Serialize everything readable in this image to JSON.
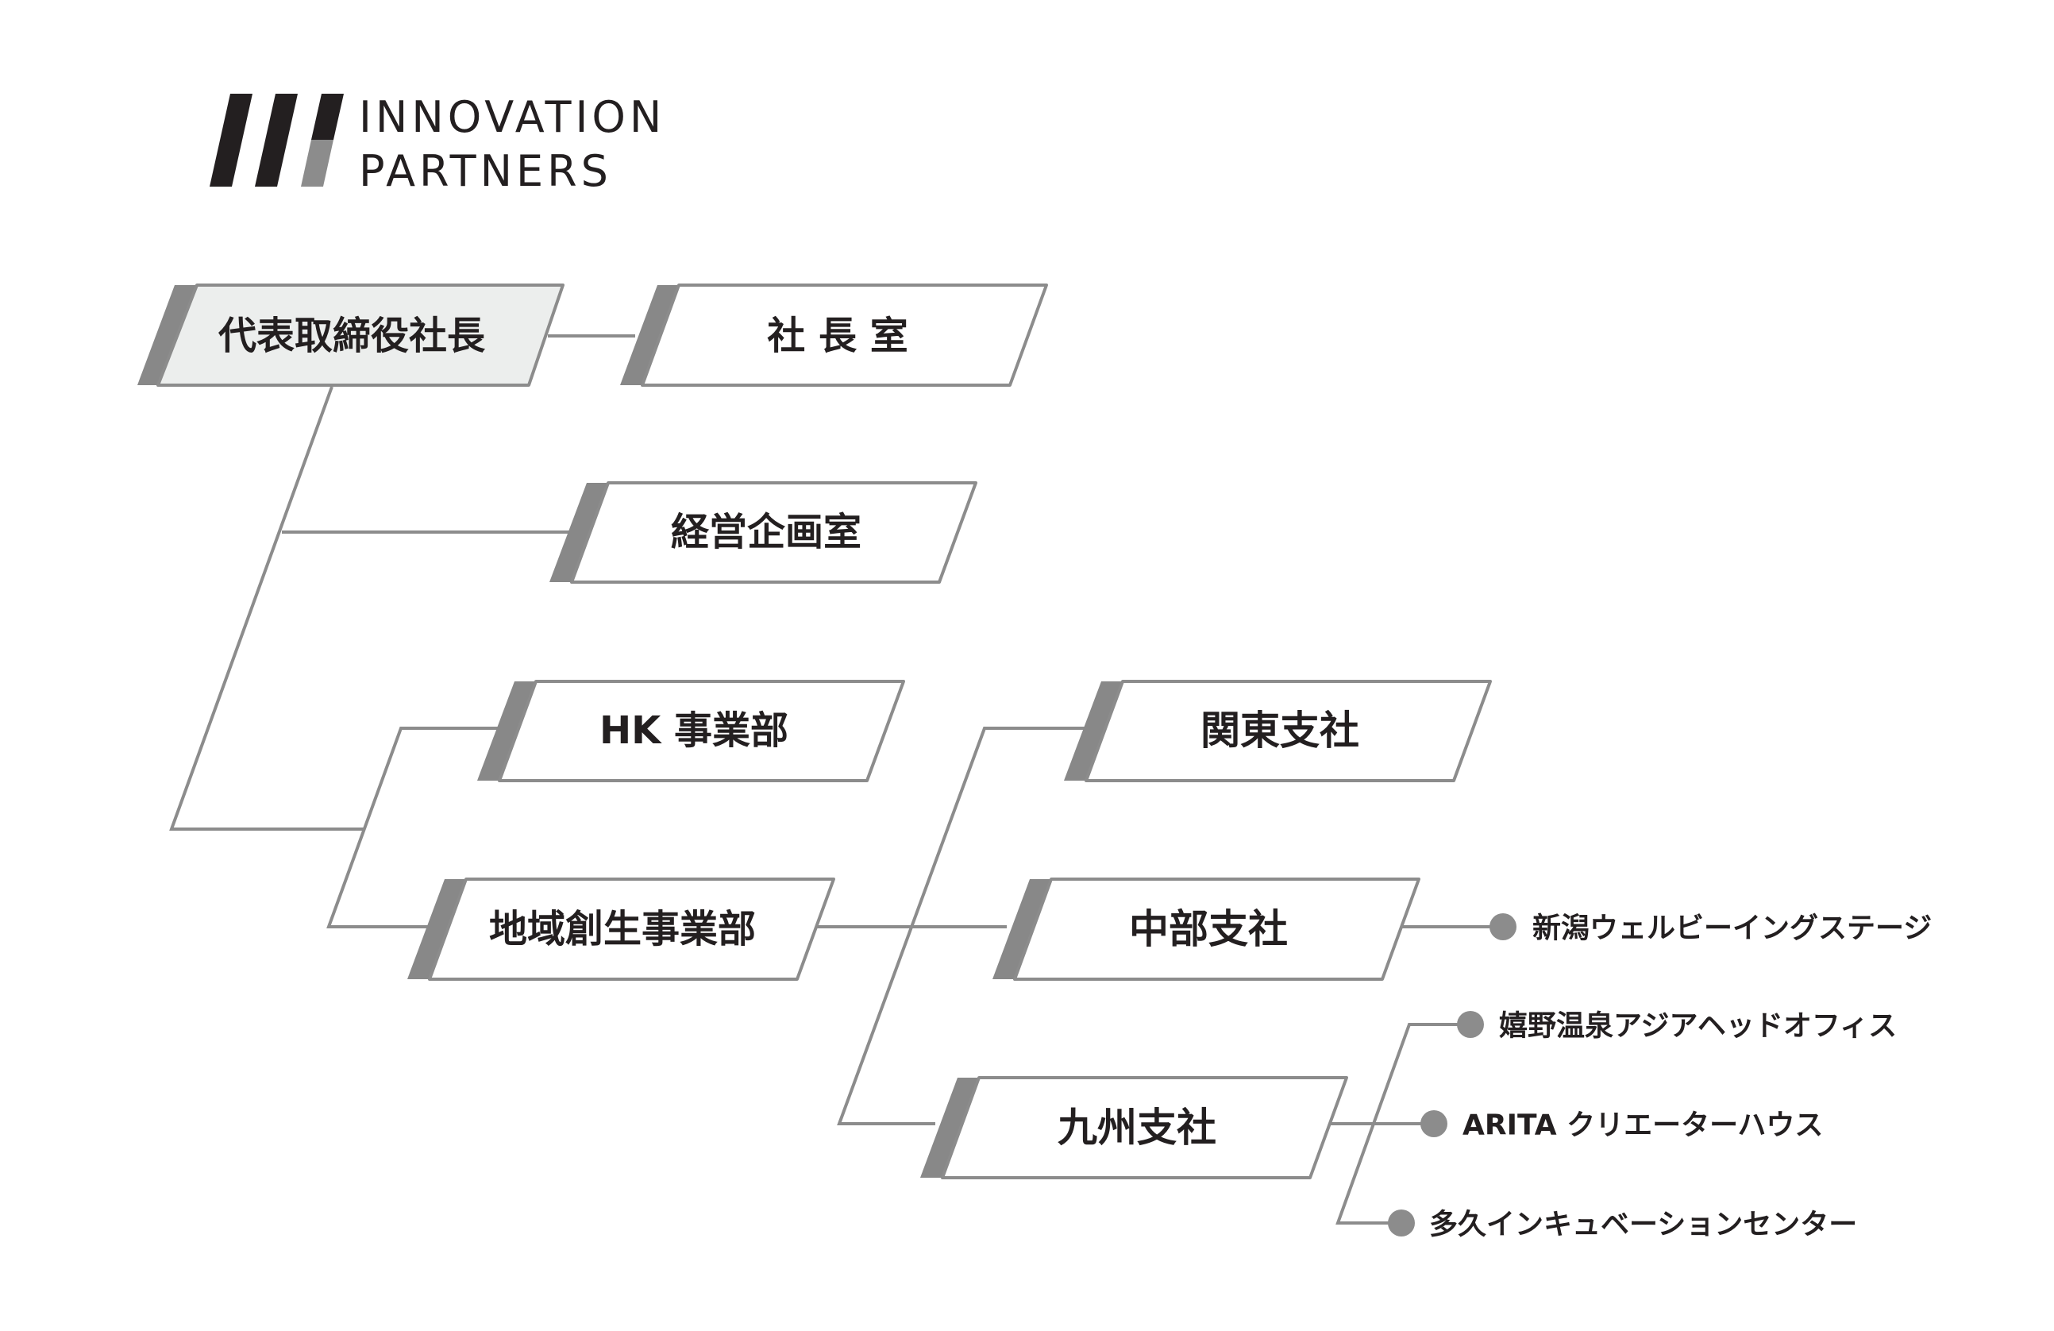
{
  "logo": {
    "line1": "INNOVATION",
    "line2": "PARTNERS"
  },
  "nodes": {
    "ceo": "代表取締役社長",
    "presidents_office": "社 長 室",
    "planning": "経営企画室",
    "hk": "HK 事業部",
    "regional": "地域創生事業部",
    "kanto": "関東支社",
    "chubu": "中部支社",
    "kyushu": "九州支社"
  },
  "leaves": {
    "niigata": "新潟ウェルビーイングステージ",
    "ureshino": "嬉野温泉アジアヘッドオフィス",
    "arita": "ARITA クリエーターハウス",
    "taku": "多久インキュベーションセンター"
  },
  "colors": {
    "accent_bar": "#888888",
    "line": "#8c8c8c",
    "dot": "#8c8c8c",
    "ceo_fill": "#eceeed",
    "logo_dark": "#231f20",
    "logo_gray": "#8c8c8c"
  }
}
